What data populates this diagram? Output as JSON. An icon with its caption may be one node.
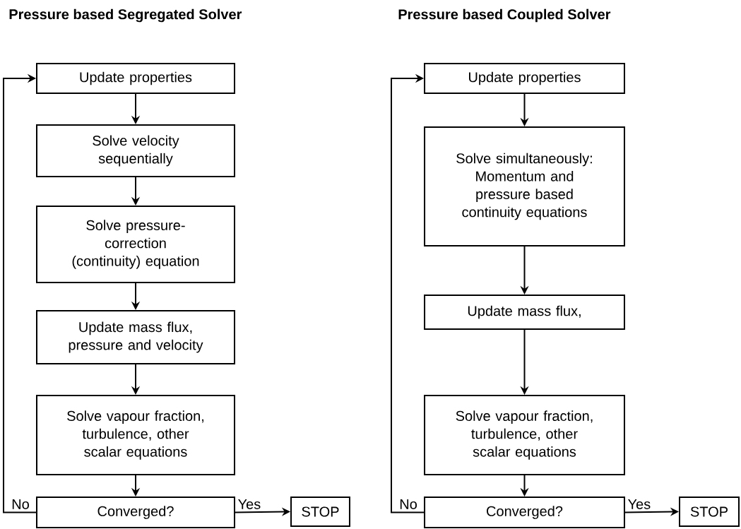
{
  "diagram": {
    "nodes": [
      {
        "text": [
          "Update properties"
        ]
      },
      {
        "text": [
          "Solve velocity sequentially"
        ]
      },
      {
        "text": [
          "Solve pressure-correction (continuity) equation"
        ]
      },
      {
        "text": [
          "Update mass flux, pressure and velocity"
        ]
      },
      {
        "text": [
          "Solve vapour fraction, turbulence, other scalar equations"
        ]
      },
      {
        "text": [
          "Converged?"
        ]
      },
      {
        "text": [
          "STOP"
        ]
      },
      {
        "text": [
          "Update properties"
        ]
      },
      {
        "text": [
          "Solve simultaneously: Momentum and pressure based continuity equations"
        ]
      },
      {
        "text": [
          "Update mass flux,"
        ]
      },
      {
        "text": [
          "Solve vapour fraction, turbulence, other scalar equations"
        ]
      },
      {
        "text": [
          "Converged?"
        ]
      },
      {
        "text": [
          "STOP"
        ]
      }
    ],
    "edges": [
      {
        "from": 0,
        "to": 1,
        "arrow": "to"
      },
      {
        "from": 1,
        "to": 2,
        "arrow": "to"
      },
      {
        "from": 2,
        "to": 3,
        "arrow": "to"
      },
      {
        "from": 3,
        "to": 4,
        "arrow": "to"
      },
      {
        "from": 4,
        "to": 5,
        "arrow": "to"
      },
      {
        "from": 5,
        "to": 6,
        "arrow": "to",
        "label": "Yes"
      },
      {
        "from": 5,
        "to": 0,
        "arrow": "to",
        "label": "No"
      },
      {
        "from": 7,
        "to": 8,
        "arrow": "to"
      },
      {
        "from": 8,
        "to": 9,
        "arrow": "to"
      },
      {
        "from": 9,
        "to": 10,
        "arrow": "to"
      },
      {
        "from": 10,
        "to": 11,
        "arrow": "to"
      },
      {
        "from": 11,
        "to": 12,
        "arrow": "to",
        "label": "Yes"
      },
      {
        "from": 11,
        "to": 7,
        "arrow": "to",
        "label": "No"
      }
    ],
    "labels": [
      "Pressure based Segregated Solver",
      "Pressure based Coupled Solver"
    ]
  }
}
